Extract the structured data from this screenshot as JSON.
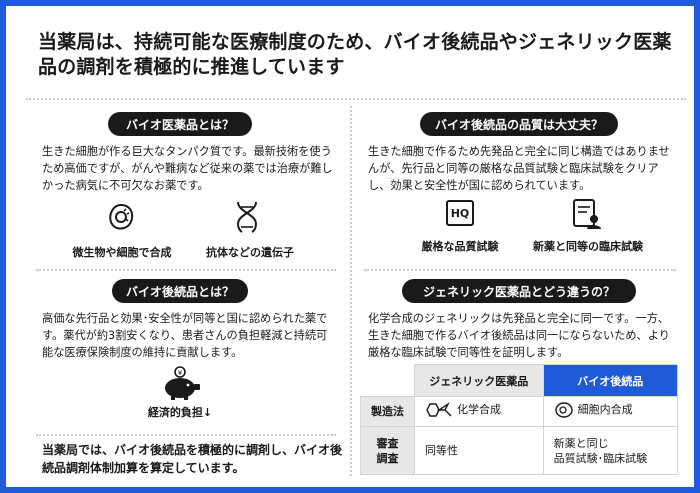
{
  "title": "当薬局は、持続可能な医療制度のため、バイオ後続品やジェネリック医薬品の調剤を積極的に推進しています",
  "biologic": {
    "heading": "バイオ医薬品とは？",
    "body": "生きた細胞が作る巨大なタンパク質です。最新技術を使うため高価ですが、がんや難病など従来の薬では治療が難しかった病気に不可欠なお薬です。",
    "captions": [
      "微生物や細胞で合成",
      "抗体などの遺伝子"
    ],
    "icons": [
      "cell-icon",
      "dna-icon"
    ]
  },
  "biosimilar": {
    "heading": "バイオ後続品とは？",
    "body": "高価な先行品と効果･安全性が同等と国に認められた薬です。薬代が約3割安くなり、患者さんの負担軽減と持続可能な医療保険制度の維持に貢献します。",
    "caption": "経済的負担↓",
    "icon": "piggy-bank-icon"
  },
  "closing": "当薬局では、バイオ後続品を積極的に調剤し、バイオ後続品調剤体制加算を算定しています。",
  "quality": {
    "heading": "バイオ後続品の品質は大丈夫？",
    "body": "生きた細胞で作るため先発品と完全に同じ構造ではありませんが、先行品と同等の厳格な品質試験と臨床試験をクリアし、効果と安全性が国に認められています。",
    "hq_label": "HQ",
    "captions": [
      "厳格な品質試験",
      "新薬と同等の臨床試験"
    ],
    "icons": [
      "hq-badge-icon",
      "clinical-document-icon"
    ]
  },
  "generic": {
    "heading": "ジェネリック医薬品とどう違うの？",
    "body": "化学合成のジェネリックは先発品と完全に同一です。一方、生きた細胞で作るバイオ後続品は同一にならないため、より厳格な臨床試験で同等性を証明します。",
    "table": {
      "header": [
        "ジェネリック医薬品",
        "バイオ後続品"
      ],
      "rows": [
        {
          "label": "製造法",
          "generic": "化学合成",
          "bio": "細胞内合成"
        },
        {
          "label_lines": [
            "審査",
            "調査"
          ],
          "generic": "同等性",
          "bio_lines": [
            "新薬と同じ",
            "品質試験･臨床試験"
          ]
        }
      ]
    }
  },
  "colors": {
    "accent": "#1f5bd8",
    "pill": "#1a1a1a",
    "table_header": "#e7e7e7"
  }
}
